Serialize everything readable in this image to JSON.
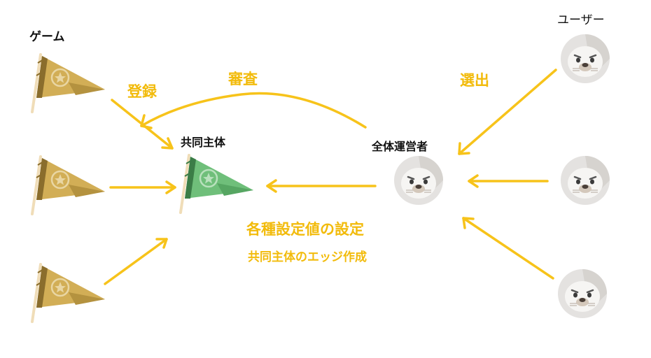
{
  "labels": {
    "games": "ゲーム",
    "users": "ユーザー",
    "joint_entity": "共同主体",
    "operator": "全体運営者",
    "register": "登録",
    "review": "審査",
    "elect": "選出",
    "config_title": "各種設定値の設定",
    "config_sub": "共同主体のエッジ作成"
  },
  "colors": {
    "arrow": "#f7c31a",
    "flag_gold": "#d4b055",
    "flag_green": "#6fbf7a",
    "pole": "#f0ddb8",
    "seal_bg": "#e4e2e0"
  },
  "icons": [
    "game-flag-icon",
    "joint-entity-flag-icon",
    "seal-avatar-icon"
  ]
}
